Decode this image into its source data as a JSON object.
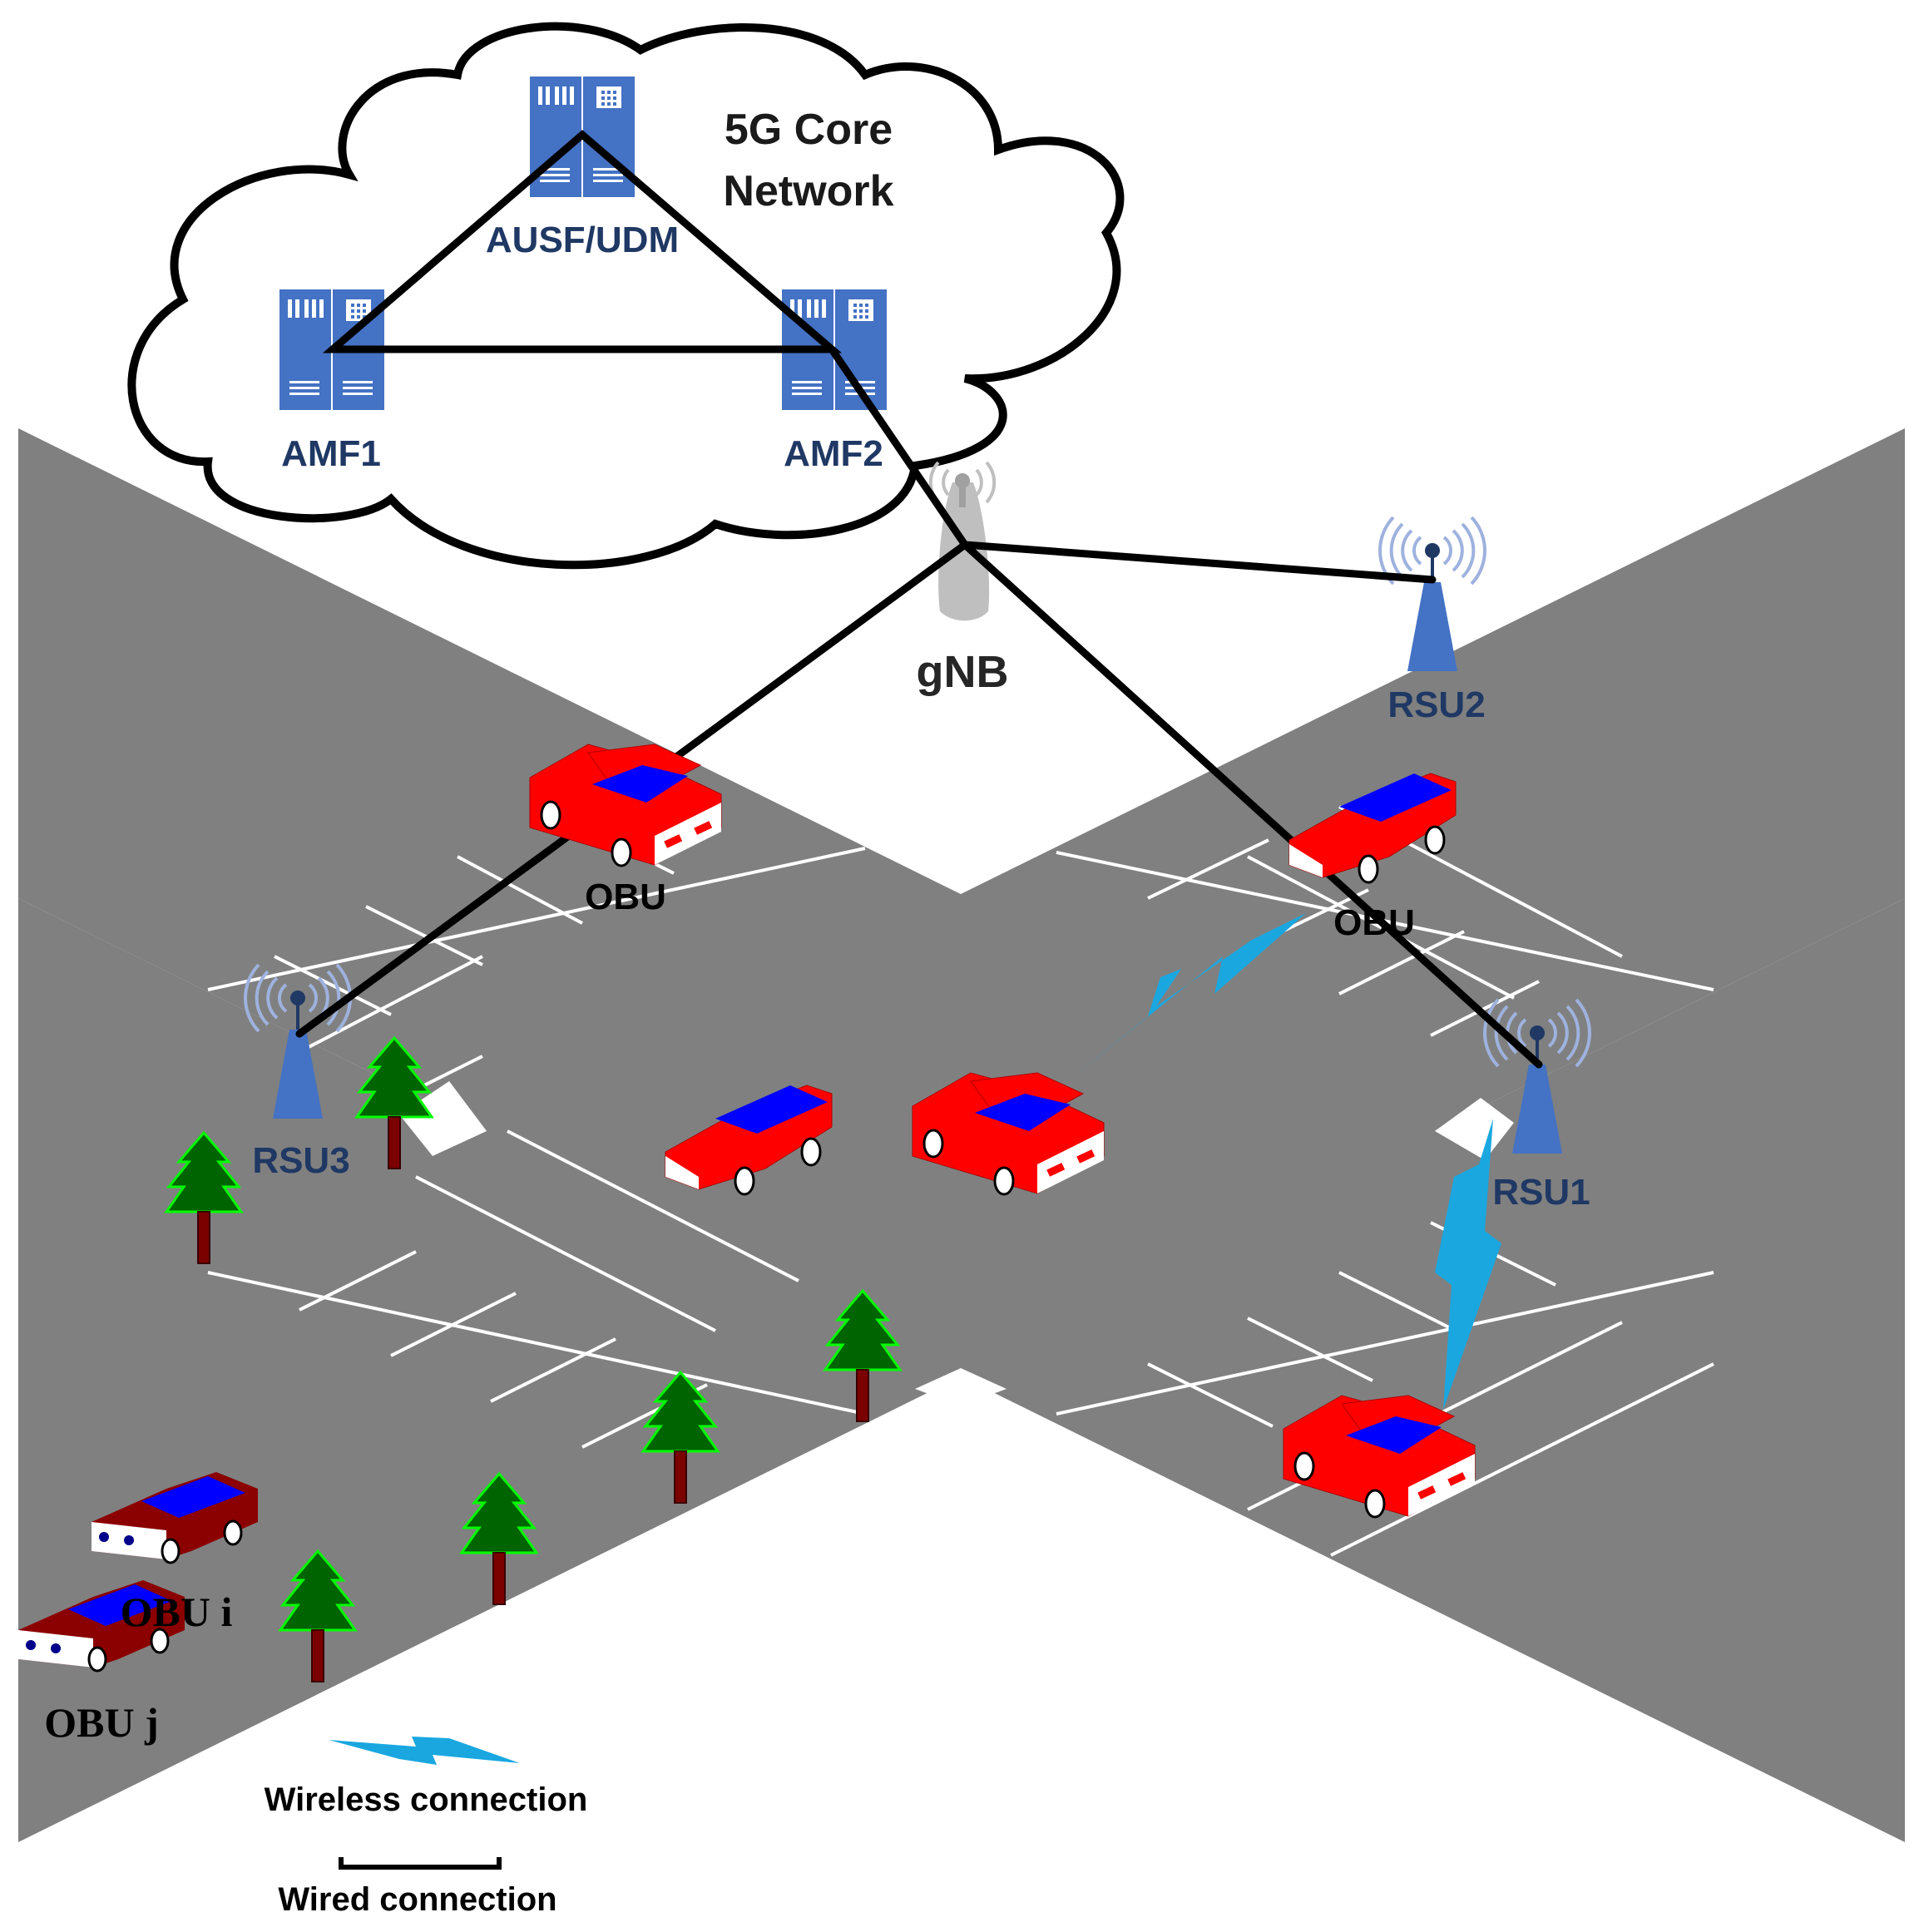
{
  "core": {
    "title_line1": "5G Core",
    "title_line2": "Network",
    "servers": {
      "ausf_udm": "AUSF/UDM",
      "amf1": "AMF1",
      "amf2": "AMF2"
    }
  },
  "base_station": {
    "label": "gNB"
  },
  "rsus": {
    "rsu1": "RSU1",
    "rsu2": "RSU2",
    "rsu3": "RSU3"
  },
  "vehicles": {
    "obu_top": "OBU",
    "obu_right": "OBU",
    "obu_i": "OBU i",
    "obu_j": "OBU j"
  },
  "legend": {
    "wireless": "Wireless connection",
    "wired": "Wired connection"
  },
  "colors": {
    "road": "#808080",
    "server_blue": "#4472C4",
    "label_navy": "#1F3864",
    "car_red": "#FF0000",
    "car_dark_red": "#8B0000",
    "windshield_blue": "#0000FF",
    "wireless_cyan": "#1AA7E0",
    "tree_green": "#006400",
    "tree_outline": "#00FF00",
    "trunk": "#7B0000"
  }
}
